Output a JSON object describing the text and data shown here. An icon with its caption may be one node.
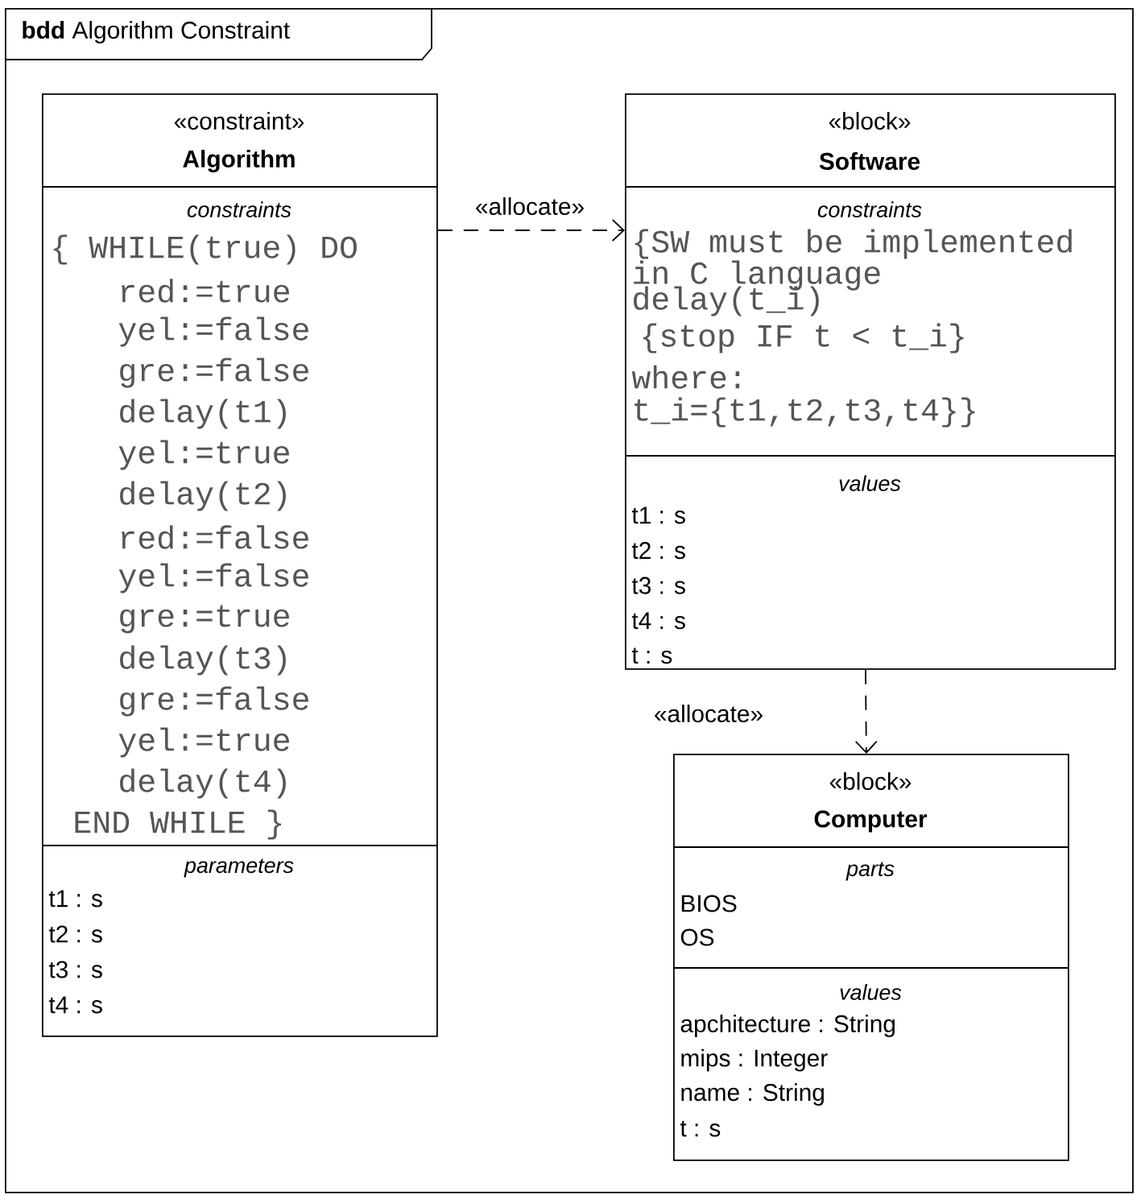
{
  "diagram": {
    "nodes": [
      {
        "text": [
          "**bdd** Algorithm Constraint"
        ]
      },
      {
        "text": [
          "«constraint»",
          "Algorithm",
          "constraints",
          "{ WHILE(true) DO",
          "red:=true",
          "yel:=false",
          "gre:=false",
          "delay(t1)",
          "yel:=true",
          "delay(t2)",
          "red:=false",
          "yel:=false",
          "gre:=true",
          "delay(t3)",
          "gre:=false",
          "yel:=true",
          "delay(t4)",
          "END WHILE }",
          "parameters",
          "t1 : s",
          "t2 : s",
          "t3 : s",
          "t4 : s"
        ],
        "in": 0
      },
      {
        "text": [
          "«block»",
          "Software",
          "constraints",
          "{SW must be implemented in C language",
          "delay(t_i)",
          "{stop IF t < t_i}",
          "where:",
          "t_i={t1,t2,t3,t4}}",
          "values",
          "t1 : s",
          "t2 : s",
          "t3 : s",
          "t4 : s",
          "t : s"
        ],
        "in": 0
      },
      {
        "text": [
          "«block»",
          "Computer",
          "parts",
          "BIOS",
          "OS",
          "values",
          "apchitecture : String",
          "mips : Integer",
          "name : String",
          "t : s"
        ],
        "in": 0
      }
    ],
    "edges": [
      {
        "from": 1,
        "to": 2,
        "arrow": "to",
        "style": "dashed",
        "label": "«allocate»"
      },
      {
        "from": 2,
        "to": 3,
        "arrow": "to",
        "style": "dashed",
        "label": "«allocate»"
      }
    ]
  }
}
